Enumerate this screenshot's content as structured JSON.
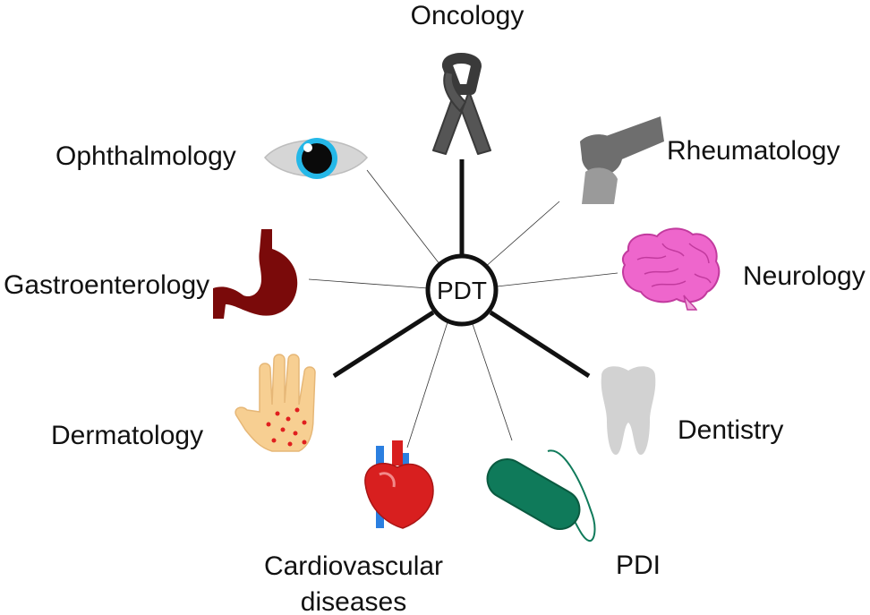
{
  "center": {
    "label": "PDT"
  },
  "fields": [
    {
      "id": "oncology",
      "label": "Oncology",
      "icon": "awareness-ribbon-icon"
    },
    {
      "id": "rheumatology",
      "label": "Rheumatology",
      "icon": "knee-joint-icon"
    },
    {
      "id": "neurology",
      "label": "Neurology",
      "icon": "brain-icon"
    },
    {
      "id": "dentistry",
      "label": "Dentistry",
      "icon": "tooth-icon"
    },
    {
      "id": "pdi",
      "label": "PDI",
      "icon": "bacterium-icon"
    },
    {
      "id": "cardiovascular",
      "label_line1": "Cardiovascular",
      "label_line2": "diseases",
      "icon": "heart-icon"
    },
    {
      "id": "dermatology",
      "label": "Dermatology",
      "icon": "rash-hand-icon"
    },
    {
      "id": "gastroenterology",
      "label": "Gastroenterology",
      "icon": "stomach-icon"
    },
    {
      "id": "ophthalmology",
      "label": "Ophthalmology",
      "icon": "eye-icon"
    }
  ],
  "colors": {
    "ribbon": "#555555",
    "knee": "#6e6e6e",
    "brain": "#ee66cc",
    "tooth": "#d0d0d0",
    "bacterium": "#0f7a5a",
    "heart": "#d81f1f",
    "vessel": "#2b7fe0",
    "hand": "#f7cf92",
    "spots": "#e01f1f",
    "stomach": "#7a0a0a",
    "iris": "#25b8e8",
    "eye": "#d6d6d6"
  }
}
